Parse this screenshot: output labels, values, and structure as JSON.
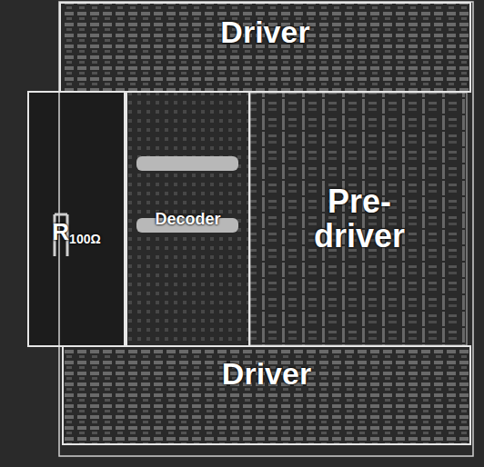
{
  "diagram": {
    "nodes": [
      {
        "text": [
          "Driver"
        ]
      },
      {
        "text": [
          "R",
          "100Ω"
        ]
      },
      {
        "text": [
          "Decoder"
        ]
      },
      {
        "text": [
          "Pre-driver"
        ]
      },
      {
        "text": [
          "Driver"
        ]
      }
    ]
  }
}
